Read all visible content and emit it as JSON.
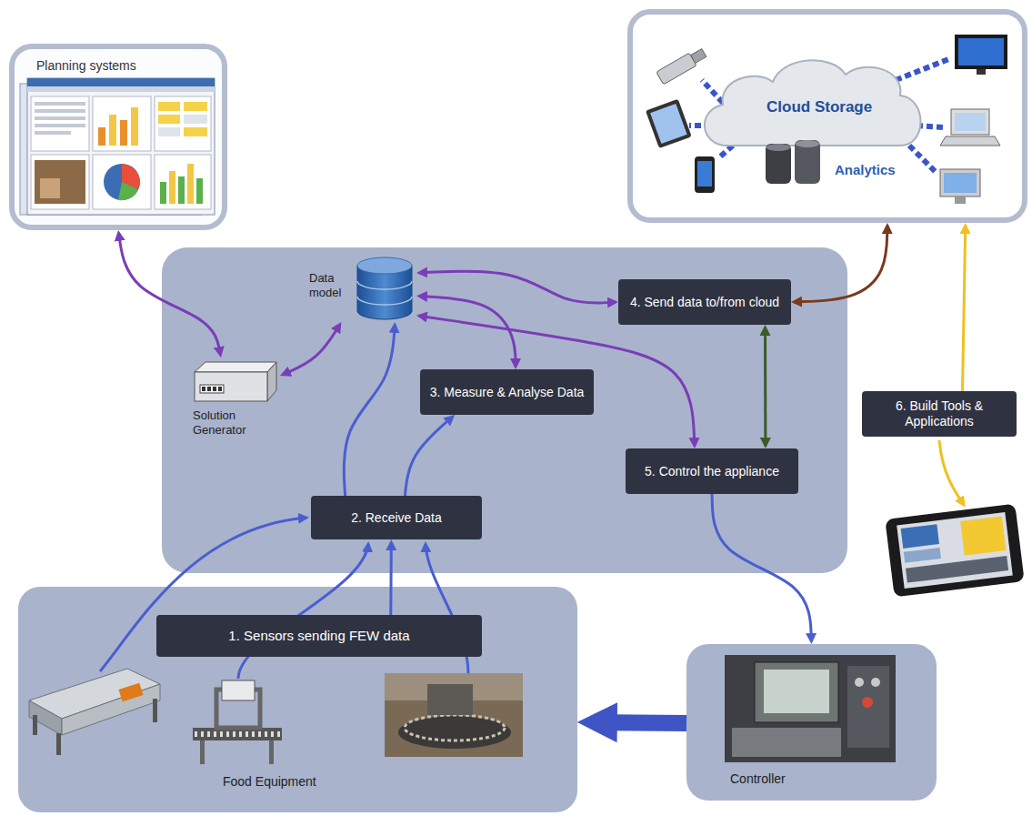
{
  "diagram": {
    "nodes": [
      {
        "text": [
          "Planning systems"
        ]
      },
      {
        "text": [
          "Cloud Storage",
          "Analytics"
        ]
      },
      {
        "text": [
          "Data model"
        ]
      },
      {
        "text": [
          "4. Send data to/from cloud"
        ]
      },
      {
        "text": [
          "Solution Generator"
        ]
      },
      {
        "text": [
          "3. Measure & Analyse Data"
        ]
      },
      {
        "text": [
          "6. Build Tools & Applications"
        ]
      },
      {
        "text": [
          "5. Control the appliance"
        ]
      },
      {
        "text": [
          "2. Receive Data"
        ]
      },
      {
        "text": [
          "Food Equipment"
        ]
      },
      {
        "text": [
          "1. Sensors sending FEW data"
        ],
        "in": 9
      },
      {
        "text": [
          "Controller"
        ]
      }
    ],
    "edges": [
      {
        "from": 0,
        "to": 4,
        "arrow": "both"
      },
      {
        "from": 4,
        "to": 2,
        "arrow": "both"
      },
      {
        "from": 2,
        "to": 3,
        "arrow": "both"
      },
      {
        "from": 2,
        "to": 5,
        "arrow": "both"
      },
      {
        "from": 2,
        "to": 7,
        "arrow": "both"
      },
      {
        "from": 3,
        "to": 1,
        "arrow": "both"
      },
      {
        "from": 3,
        "to": 7,
        "arrow": "both"
      },
      {
        "from": 8,
        "to": 2,
        "arrow": "to"
      },
      {
        "from": 8,
        "to": 5,
        "arrow": "to"
      },
      {
        "from": 10,
        "to": 8,
        "arrow": "to"
      },
      {
        "from": 7,
        "to": 11,
        "arrow": "to"
      },
      {
        "from": 11,
        "to": 9,
        "arrow": "to"
      },
      {
        "from": 6,
        "to": 1,
        "arrow": "to"
      }
    ]
  }
}
